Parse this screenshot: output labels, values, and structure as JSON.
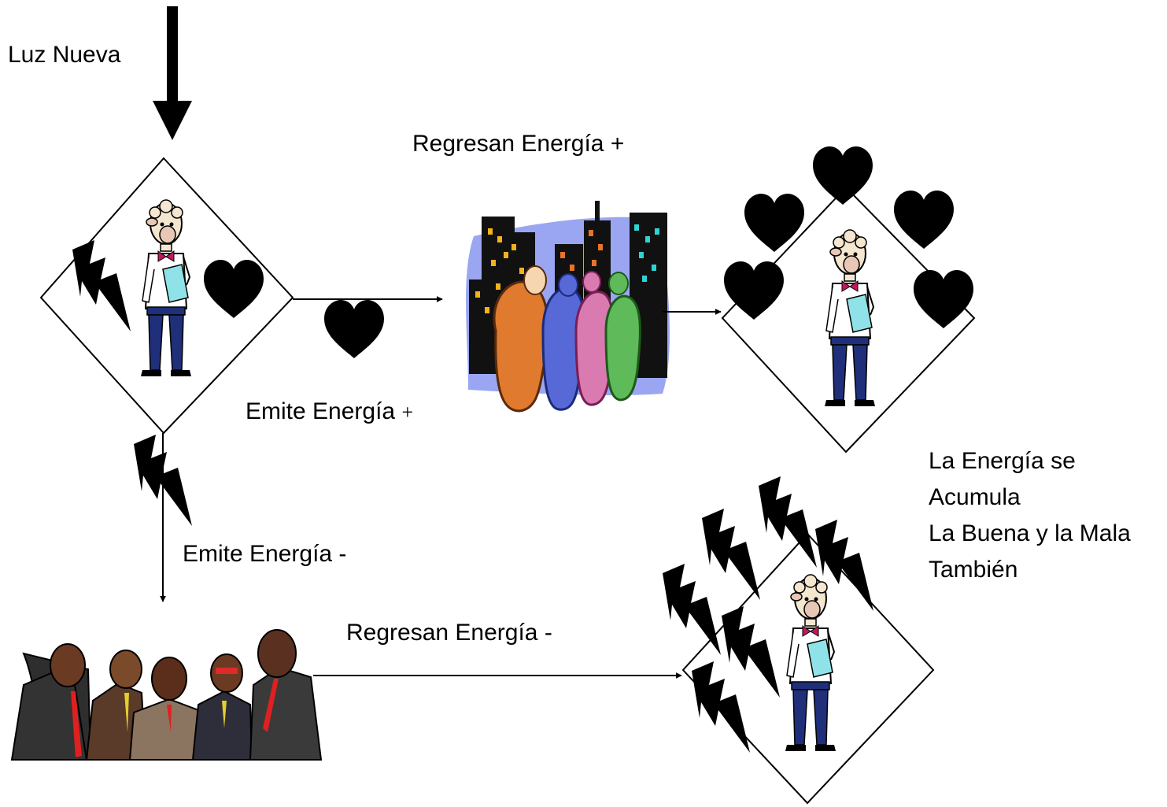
{
  "labels": {
    "new_light": "Luz Nueva",
    "return_positive": "Regresan Energía +",
    "emit_positive": "Emite Energía",
    "emit_positive_sign": "+",
    "emit_negative": "Emite Energía -",
    "return_negative": "Regresan Energía -",
    "accumulation_note": [
      "La  Energía se",
      "Acumula",
      "La Buena y la Mala",
      "También"
    ]
  },
  "icons": {
    "positive_energy": "heart-icon",
    "negative_energy": "lightning-bolt-icon",
    "person": "sheep-man-figure",
    "positive_group": "city-crowd-clipart",
    "negative_group": "businessmen-group-clipart"
  },
  "colors": {
    "ink": "#000000",
    "background": "#ffffff",
    "city_sky": "#9aa6f2"
  }
}
